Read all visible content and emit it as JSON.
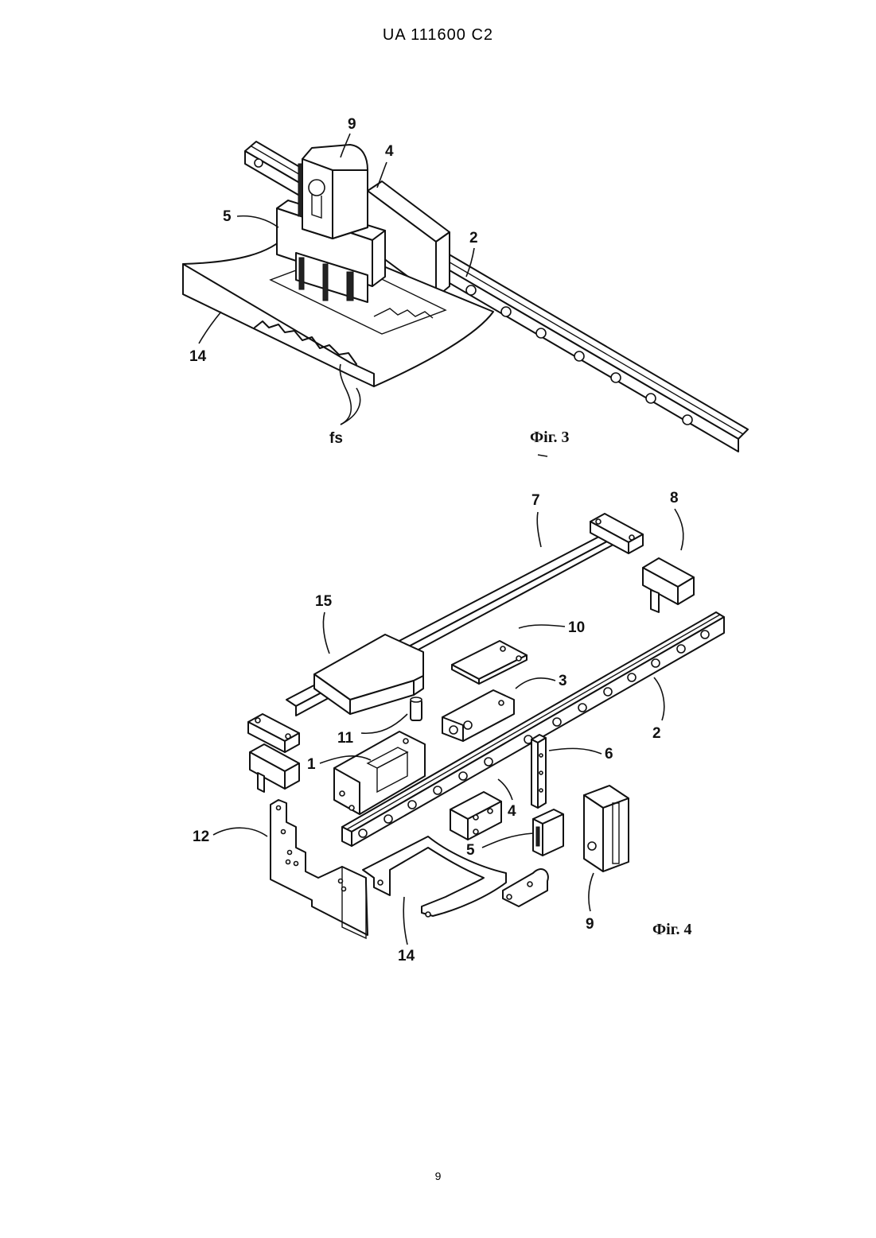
{
  "header": {
    "text": "UA   111600   C2"
  },
  "figures": [
    {
      "caption": "Фіг. 3",
      "labels": [
        "9",
        "4",
        "5",
        "2",
        "14",
        "fs"
      ]
    },
    {
      "caption": "Фіг. 4",
      "labels": [
        "7",
        "8",
        "15",
        "10",
        "3",
        "2",
        "11",
        "1",
        "6",
        "4",
        "12",
        "5",
        "9",
        "14"
      ]
    }
  ],
  "footer": {
    "page_number": "9"
  }
}
